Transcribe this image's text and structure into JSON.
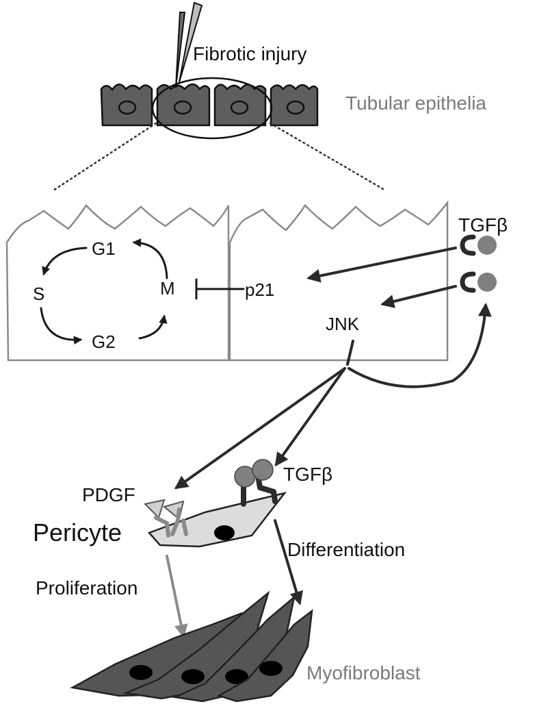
{
  "labels": {
    "fibrotic_injury": "Fibrotic injury",
    "tubular_epithelia": "Tubular epithelia",
    "g1": "G1",
    "s": "S",
    "m": "M",
    "g2": "G2",
    "p21": "p21",
    "tgfb_top": "TGFβ",
    "jnk": "JNK",
    "pdgf": "PDGF",
    "tgfb_bottom": "TGFβ",
    "pericyte": "Pericyte",
    "differentiation": "Differentiation",
    "proliferation": "Proliferation",
    "myofibroblast": "Myofibroblast"
  },
  "colors": {
    "gray_text": "#7a7a7a",
    "dark_text": "#111111",
    "epithelium_fill": "#5e5e5e",
    "pericyte_fill": "#dcdcdc",
    "myofibroblast_fill": "#555555",
    "ligand_fill": "#808080"
  }
}
